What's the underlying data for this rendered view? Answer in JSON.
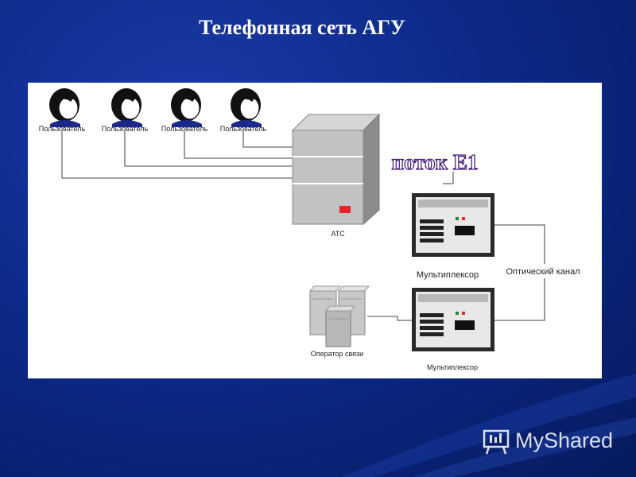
{
  "title": "Телефонная сеть АГУ",
  "diagram": {
    "users": [
      "Пользователь",
      "Пользователь",
      "Пользователь",
      "Пользователь"
    ],
    "pbx_label": "АТС",
    "stream_label": "поток E1",
    "mux_top_label": "Мультиплексор",
    "mux_bottom_label": "Мультиплексор",
    "optical_label": "Оптический канал",
    "operator_label": "Оператор связи"
  },
  "brand": {
    "name": "MyShared"
  },
  "colors": {
    "background": "#0d2a8a",
    "panel": "#ffffff",
    "accent_red": "#e8242a"
  }
}
